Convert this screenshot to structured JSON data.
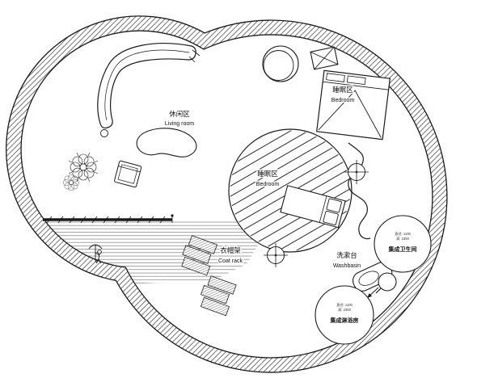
{
  "areas": {
    "living": {
      "zh": "休闲区",
      "en": "Living room"
    },
    "bedroom_upper": {
      "zh": "睡眠区",
      "en": "Bedroom"
    },
    "bedroom_center": {
      "zh": "睡眠区",
      "en": "Bedroom"
    },
    "coat_rack": {
      "zh": "衣帽架",
      "en": "Coat rack"
    },
    "washbasin": {
      "zh": "洗漱台",
      "en": "Washbasin"
    },
    "bathroom_pod": {
      "spec_line1": "直径: 1100",
      "spec_line2": "高: 2350",
      "label": "集成卫生间"
    },
    "shower_pod": {
      "spec_line1": "直径: 1100",
      "spec_line2": "高: 2350",
      "label": "集成淋浴房"
    }
  },
  "colors": {
    "line": "#1a1a1a",
    "background": "#ffffff"
  }
}
